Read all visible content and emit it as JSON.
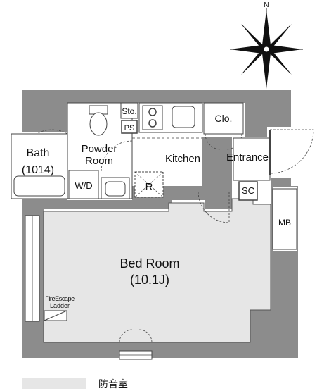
{
  "compass": {
    "north_label": "N"
  },
  "rooms": {
    "bath": {
      "name": "Bath",
      "size": "(1014)"
    },
    "powder_room": {
      "name_line1": "Powder",
      "name_line2": "Room"
    },
    "washer_dryer": {
      "label": "W/D"
    },
    "storage": {
      "label": "Sto."
    },
    "pipe_space": {
      "label": "PS"
    },
    "kitchen": {
      "label": "Kitchen"
    },
    "refrigerator": {
      "label": "R"
    },
    "closet": {
      "label": "Clo."
    },
    "entrance": {
      "label": "Entrance"
    },
    "shoe_cabinet": {
      "label": "SC"
    },
    "meter_box": {
      "label": "MB"
    },
    "bedroom": {
      "name": "Bed Room",
      "size": "(10.1J)"
    },
    "fire_escape": {
      "line1": "FireEscape",
      "line2": "Ladder"
    }
  },
  "legend": {
    "soundproof_room": "防音室"
  },
  "colors": {
    "wall": "#8c8c8c",
    "soundproof_area": "#e6e6e6",
    "line": "#333333",
    "background": "#ffffff"
  }
}
